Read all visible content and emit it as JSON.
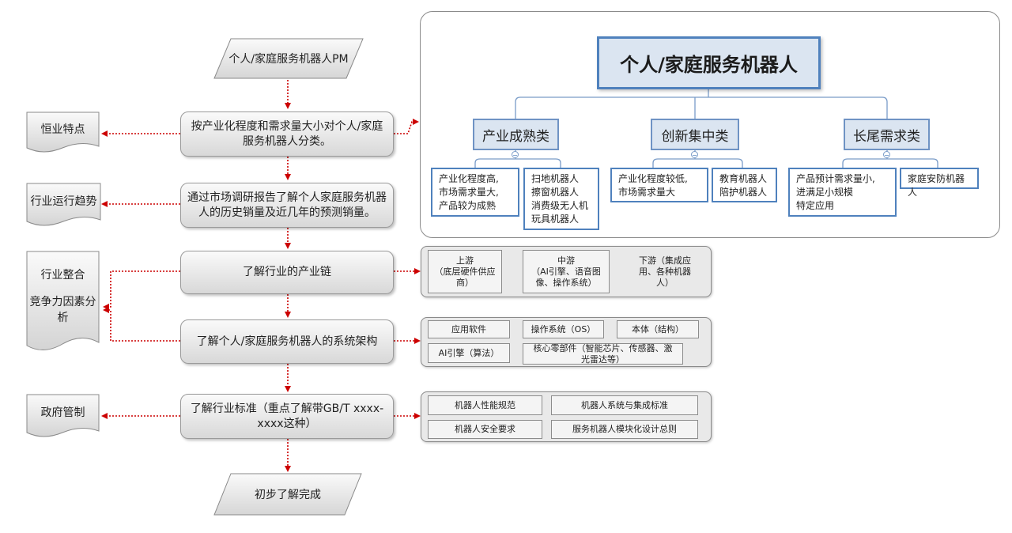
{
  "flow": {
    "start": "个人/家庭服务机器人PM",
    "steps": [
      "按产业化程度和需求量大小对个人/家庭服务机器人分类。",
      "通过市场调研报告了解个人家庭服务机器人的历史销量及近几年的预测销量。",
      "了解行业的产业链",
      "了解个人/家庭服务机器人的系统架构",
      "了解行业标准（重点了解带GB/T xxxx-xxxx这种）"
    ],
    "end": "初步了解完成"
  },
  "side_docs": {
    "doc1": "恒业特点",
    "doc2": "行业运行趋势",
    "doc3_line1": "行业整合",
    "doc3_line2": "竞争力因素分析",
    "doc4": "政府管制"
  },
  "mindmap": {
    "root": "个人/家庭服务机器人",
    "categories": [
      {
        "label": "产业成熟类",
        "leaves": [
          "产业化程度高,\n市场需求量大,\n产品较为成熟",
          "扫地机器人\n擦窗机器人\n消费级无人机\n玩具机器人"
        ]
      },
      {
        "label": "创新集中类",
        "leaves": [
          "产业化程度较低,\n市场需求量大",
          "教育机器人\n陪护机器人"
        ]
      },
      {
        "label": "长尾需求类",
        "leaves": [
          "产品预计需求量小,\n进满足小规模\n特定应用",
          "家庭安防机器人"
        ]
      }
    ]
  },
  "industry_chain": {
    "upstream": "上游\n（底层硬件供应商）",
    "midstream": "中游\n（AI引擎、语音图像、操作系统）",
    "downstream": "下游（集成应用、各种机器人）"
  },
  "architecture": {
    "app_software": "应用软件",
    "os": "操作系统（OS）",
    "body": "本体（结构）",
    "ai_engine": "AI引擎（算法）",
    "core_parts": "核心零部件（智能芯片、传感器、激光雷达等）"
  },
  "standards": {
    "performance": "机器人性能规范",
    "system_integration": "机器人系统与集成标准",
    "safety": "机器人安全要求",
    "modular": "服务机器人模块化设计总则"
  },
  "colors": {
    "arrow": "#cc0000",
    "mindmap_border": "#4f81bd",
    "mindmap_fill": "#dbe5f1"
  }
}
